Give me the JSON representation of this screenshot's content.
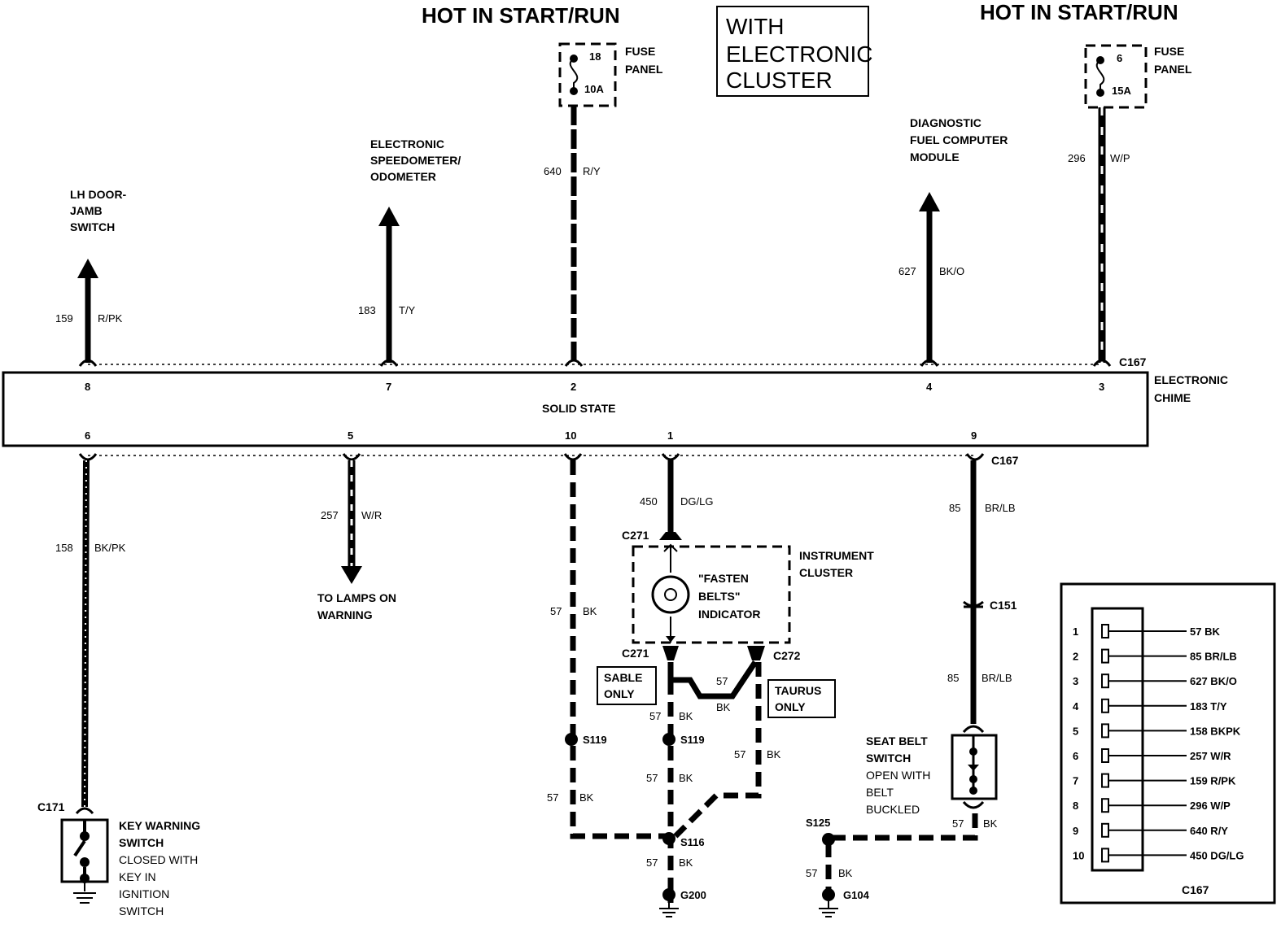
{
  "headers": {
    "hot_left": "HOT IN START/RUN",
    "hot_right": "HOT IN START/RUN"
  },
  "with_box": {
    "line1": "WITH",
    "line2": "ELECTRONIC",
    "line3": "CLUSTER"
  },
  "fuse_left": {
    "number": "18",
    "rating": "10A",
    "label1": "FUSE",
    "label2": "PANEL"
  },
  "fuse_right": {
    "number": "6",
    "rating": "15A",
    "label1": "FUSE",
    "label2": "PANEL"
  },
  "destinations": {
    "lh_door": [
      "LH DOOR-",
      "JAMB",
      "SWITCH"
    ],
    "speedo": [
      "ELECTRONIC",
      "SPEEDOMETER/",
      "ODOMETER"
    ],
    "diagnostic": [
      "DIAGNOSTIC",
      "FUEL COMPUTER",
      "MODULE"
    ],
    "lamps_on": [
      "TO LAMPS ON",
      "WARNING"
    ]
  },
  "chime": {
    "center_label": "SOLID STATE",
    "name1": "ELECTRONIC",
    "name2": "CHIME",
    "top_pins": [
      "8",
      "7",
      "2",
      "4",
      "3"
    ],
    "bottom_pins": [
      "6",
      "5",
      "10",
      "1",
      "9"
    ]
  },
  "wires": {
    "w159": {
      "num": "159",
      "color": "R/PK"
    },
    "w183": {
      "num": "183",
      "color": "T/Y"
    },
    "w640": {
      "num": "640",
      "color": "R/Y"
    },
    "w627": {
      "num": "627",
      "color": "BK/O"
    },
    "w296": {
      "num": "296",
      "color": "W/P"
    },
    "w158": {
      "num": "158",
      "color": "BK/PK"
    },
    "w257": {
      "num": "257",
      "color": "W/R"
    },
    "w450": {
      "num": "450",
      "color": "DG/LG"
    },
    "w85a": {
      "num": "85",
      "color": "BR/LB"
    },
    "w85b": {
      "num": "85",
      "color": "BR/LB"
    },
    "w57a": {
      "num": "57",
      "color": "BK"
    },
    "w57b": {
      "num": "57",
      "color": "BK"
    },
    "w57c": {
      "num": "57",
      "color": "BK"
    },
    "w57d": {
      "num": "57",
      "color": "BK"
    },
    "w57e": {
      "num": "57",
      "color": "BK"
    },
    "w57f": {
      "num": "57",
      "color": "BK"
    },
    "w57g": {
      "num": "57",
      "color": "BK"
    },
    "w57h": {
      "num": "57",
      "color": "BK"
    },
    "w57i": {
      "num": "57",
      "color": "BK"
    }
  },
  "connectors": {
    "c167_top": "C167",
    "c167_bot": "C167",
    "c271_top": "C271",
    "c271_bot": "C271",
    "c272": "C272",
    "c151": "C151",
    "c171": "C171"
  },
  "splices": {
    "s119a": "S119",
    "s119b": "S119",
    "s116": "S116",
    "s125": "S125"
  },
  "grounds": {
    "g200": "G200",
    "g104": "G104"
  },
  "cluster": {
    "line1": "INSTRUMENT",
    "line2": "CLUSTER",
    "ind1": "\"FASTEN",
    "ind2": "BELTS\"",
    "ind3": "INDICATOR"
  },
  "sable": [
    "SABLE",
    "ONLY"
  ],
  "taurus": [
    "TAURUS",
    "ONLY"
  ],
  "key_switch": [
    "KEY WARNING",
    "SWITCH",
    "CLOSED WITH",
    "KEY IN",
    "IGNITION",
    "SWITCH"
  ],
  "seat_switch": [
    "SEAT BELT",
    "SWITCH",
    "OPEN WITH",
    "BELT",
    "BUCKLED"
  ],
  "legend": {
    "title": "C167",
    "rows": [
      {
        "pin": "1",
        "wire": "57 BK"
      },
      {
        "pin": "2",
        "wire": "85 BR/LB"
      },
      {
        "pin": "3",
        "wire": "627 BK/O"
      },
      {
        "pin": "4",
        "wire": "183 T/Y"
      },
      {
        "pin": "5",
        "wire": "158 BKPK"
      },
      {
        "pin": "6",
        "wire": "257 W/R"
      },
      {
        "pin": "7",
        "wire": "159 R/PK"
      },
      {
        "pin": "8",
        "wire": "296 W/P"
      },
      {
        "pin": "9",
        "wire": "640 R/Y"
      },
      {
        "pin": "10",
        "wire": "450 DG/LG"
      }
    ]
  }
}
